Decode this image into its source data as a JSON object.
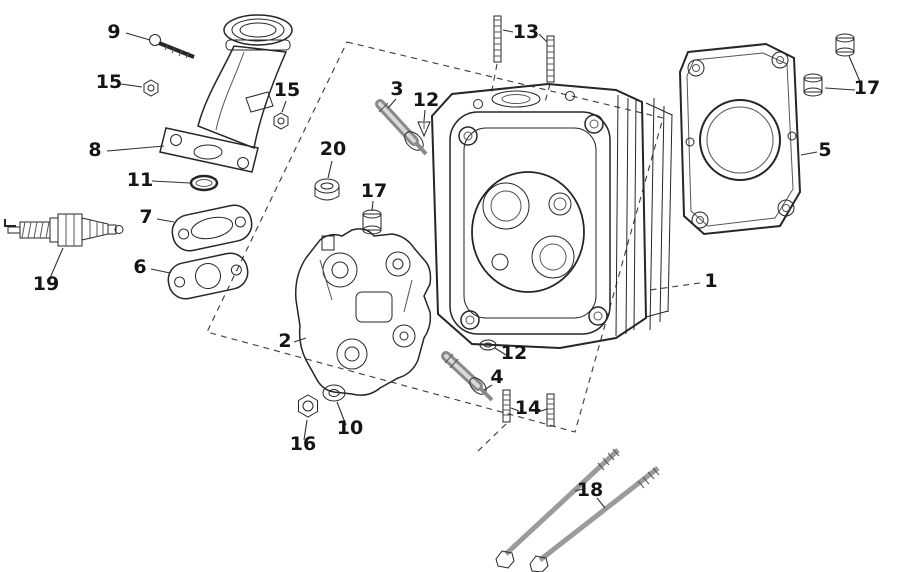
{
  "theme": {
    "background": "#ffffff",
    "line_color": "#262626",
    "metal_gray": "#c9c9c9"
  },
  "diagram": {
    "labels": {
      "p1": "1",
      "p2": "2",
      "p3": "3",
      "p4": "4",
      "p5": "5",
      "p6": "6",
      "p7": "7",
      "p8": "8",
      "p9": "9",
      "p10": "10",
      "p11": "11",
      "p12_upper": "12",
      "p12_lower": "12",
      "p13": "13",
      "p14": "14",
      "p15_left": "15",
      "p15_right": "15",
      "p16": "16",
      "p17_mid": "17",
      "p17_right": "17",
      "p18": "18",
      "p19": "19",
      "p20": "20"
    }
  }
}
